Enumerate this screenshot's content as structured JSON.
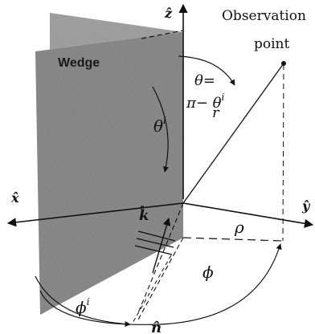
{
  "labels": {
    "wedge": "Wedge",
    "observation_line1": "Observation",
    "observation_line2": "point",
    "z_axis": "ẑ",
    "x_axis": "x̂",
    "y_axis": "ŷ",
    "theta_eq_line1": "θ=",
    "theta_eq_line2": "π− θ",
    "theta_eq_sup": "i",
    "r": "r",
    "theta_i": "θ",
    "theta_i_sup": "i",
    "k_hat": "k̂",
    "rho": "ρ",
    "phi": "ϕ",
    "phi_i": "ϕ",
    "phi_i_sup": "i",
    "n_hat": "n̂"
  },
  "colors": {
    "wedge_fill": "#8e8e8e",
    "wedge_back_fill": "#a6a6a6",
    "line": "#111111"
  }
}
